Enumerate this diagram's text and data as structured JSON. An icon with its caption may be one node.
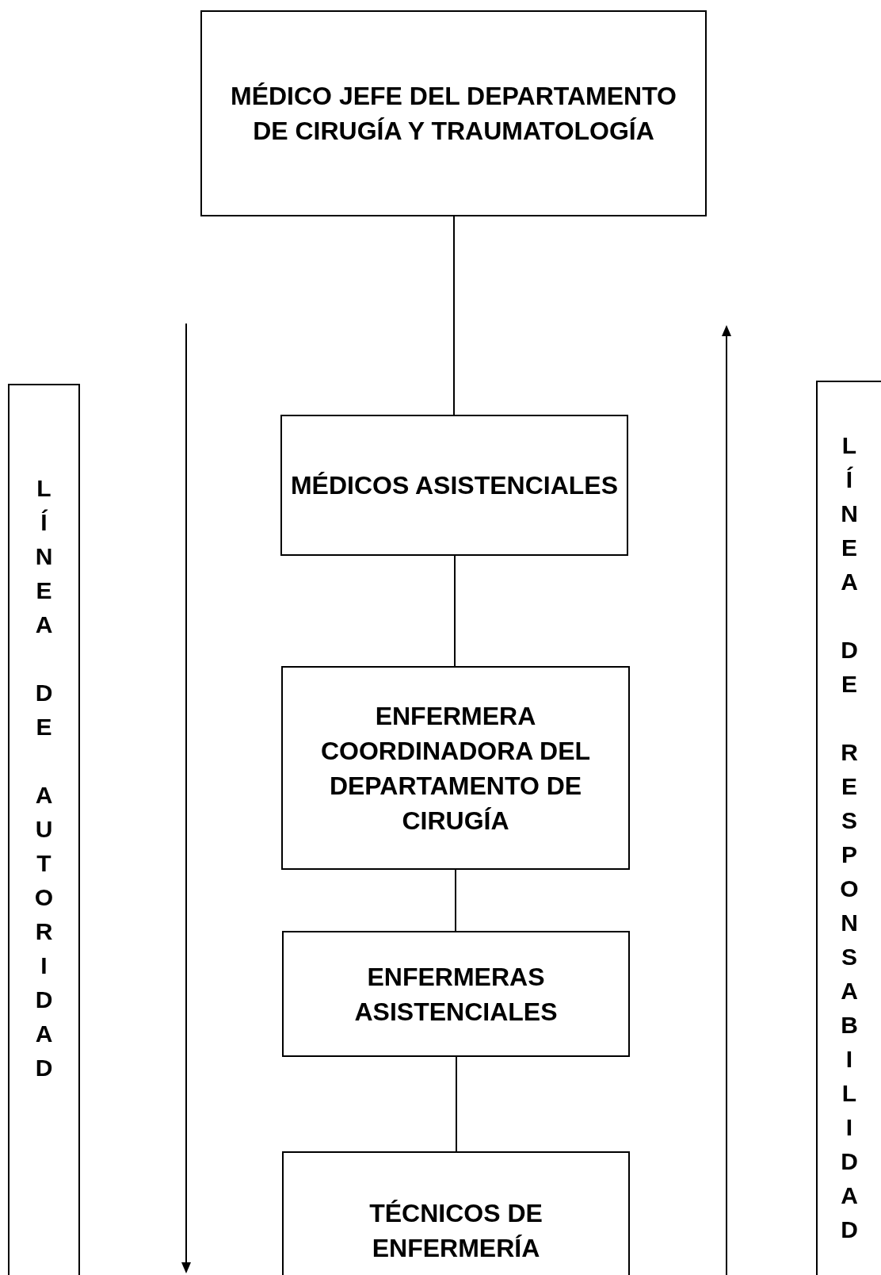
{
  "diagram": {
    "nodes": [
      {
        "text": [
          "MÉDICO JEFE DEL DEPARTAMENTO DE CIRUGÍA Y TRAUMATOLOGÍA"
        ]
      },
      {
        "text": [
          "MÉDICOS ASISTENCIALES"
        ]
      },
      {
        "text": [
          "ENFERMERA COORDINADORA DEL DEPARTAMENTO DE CIRUGÍA"
        ]
      },
      {
        "text": [
          "ENFERMERAS ASISTENCIALES"
        ]
      },
      {
        "text": [
          "TÉCNICOS DE ENFERMERÍA"
        ]
      },
      {
        "text": [
          "LÍNEA DE AUTORIDAD"
        ]
      },
      {
        "text": [
          "LÍNEA DE RESPONSABILIDAD"
        ]
      }
    ],
    "edges": [
      {
        "from": 0,
        "to": 1,
        "arrow": "none"
      },
      {
        "from": 1,
        "to": 2,
        "arrow": "none"
      },
      {
        "from": 2,
        "to": 3,
        "arrow": "none"
      },
      {
        "from": 3,
        "to": 4,
        "arrow": "none"
      }
    ]
  }
}
